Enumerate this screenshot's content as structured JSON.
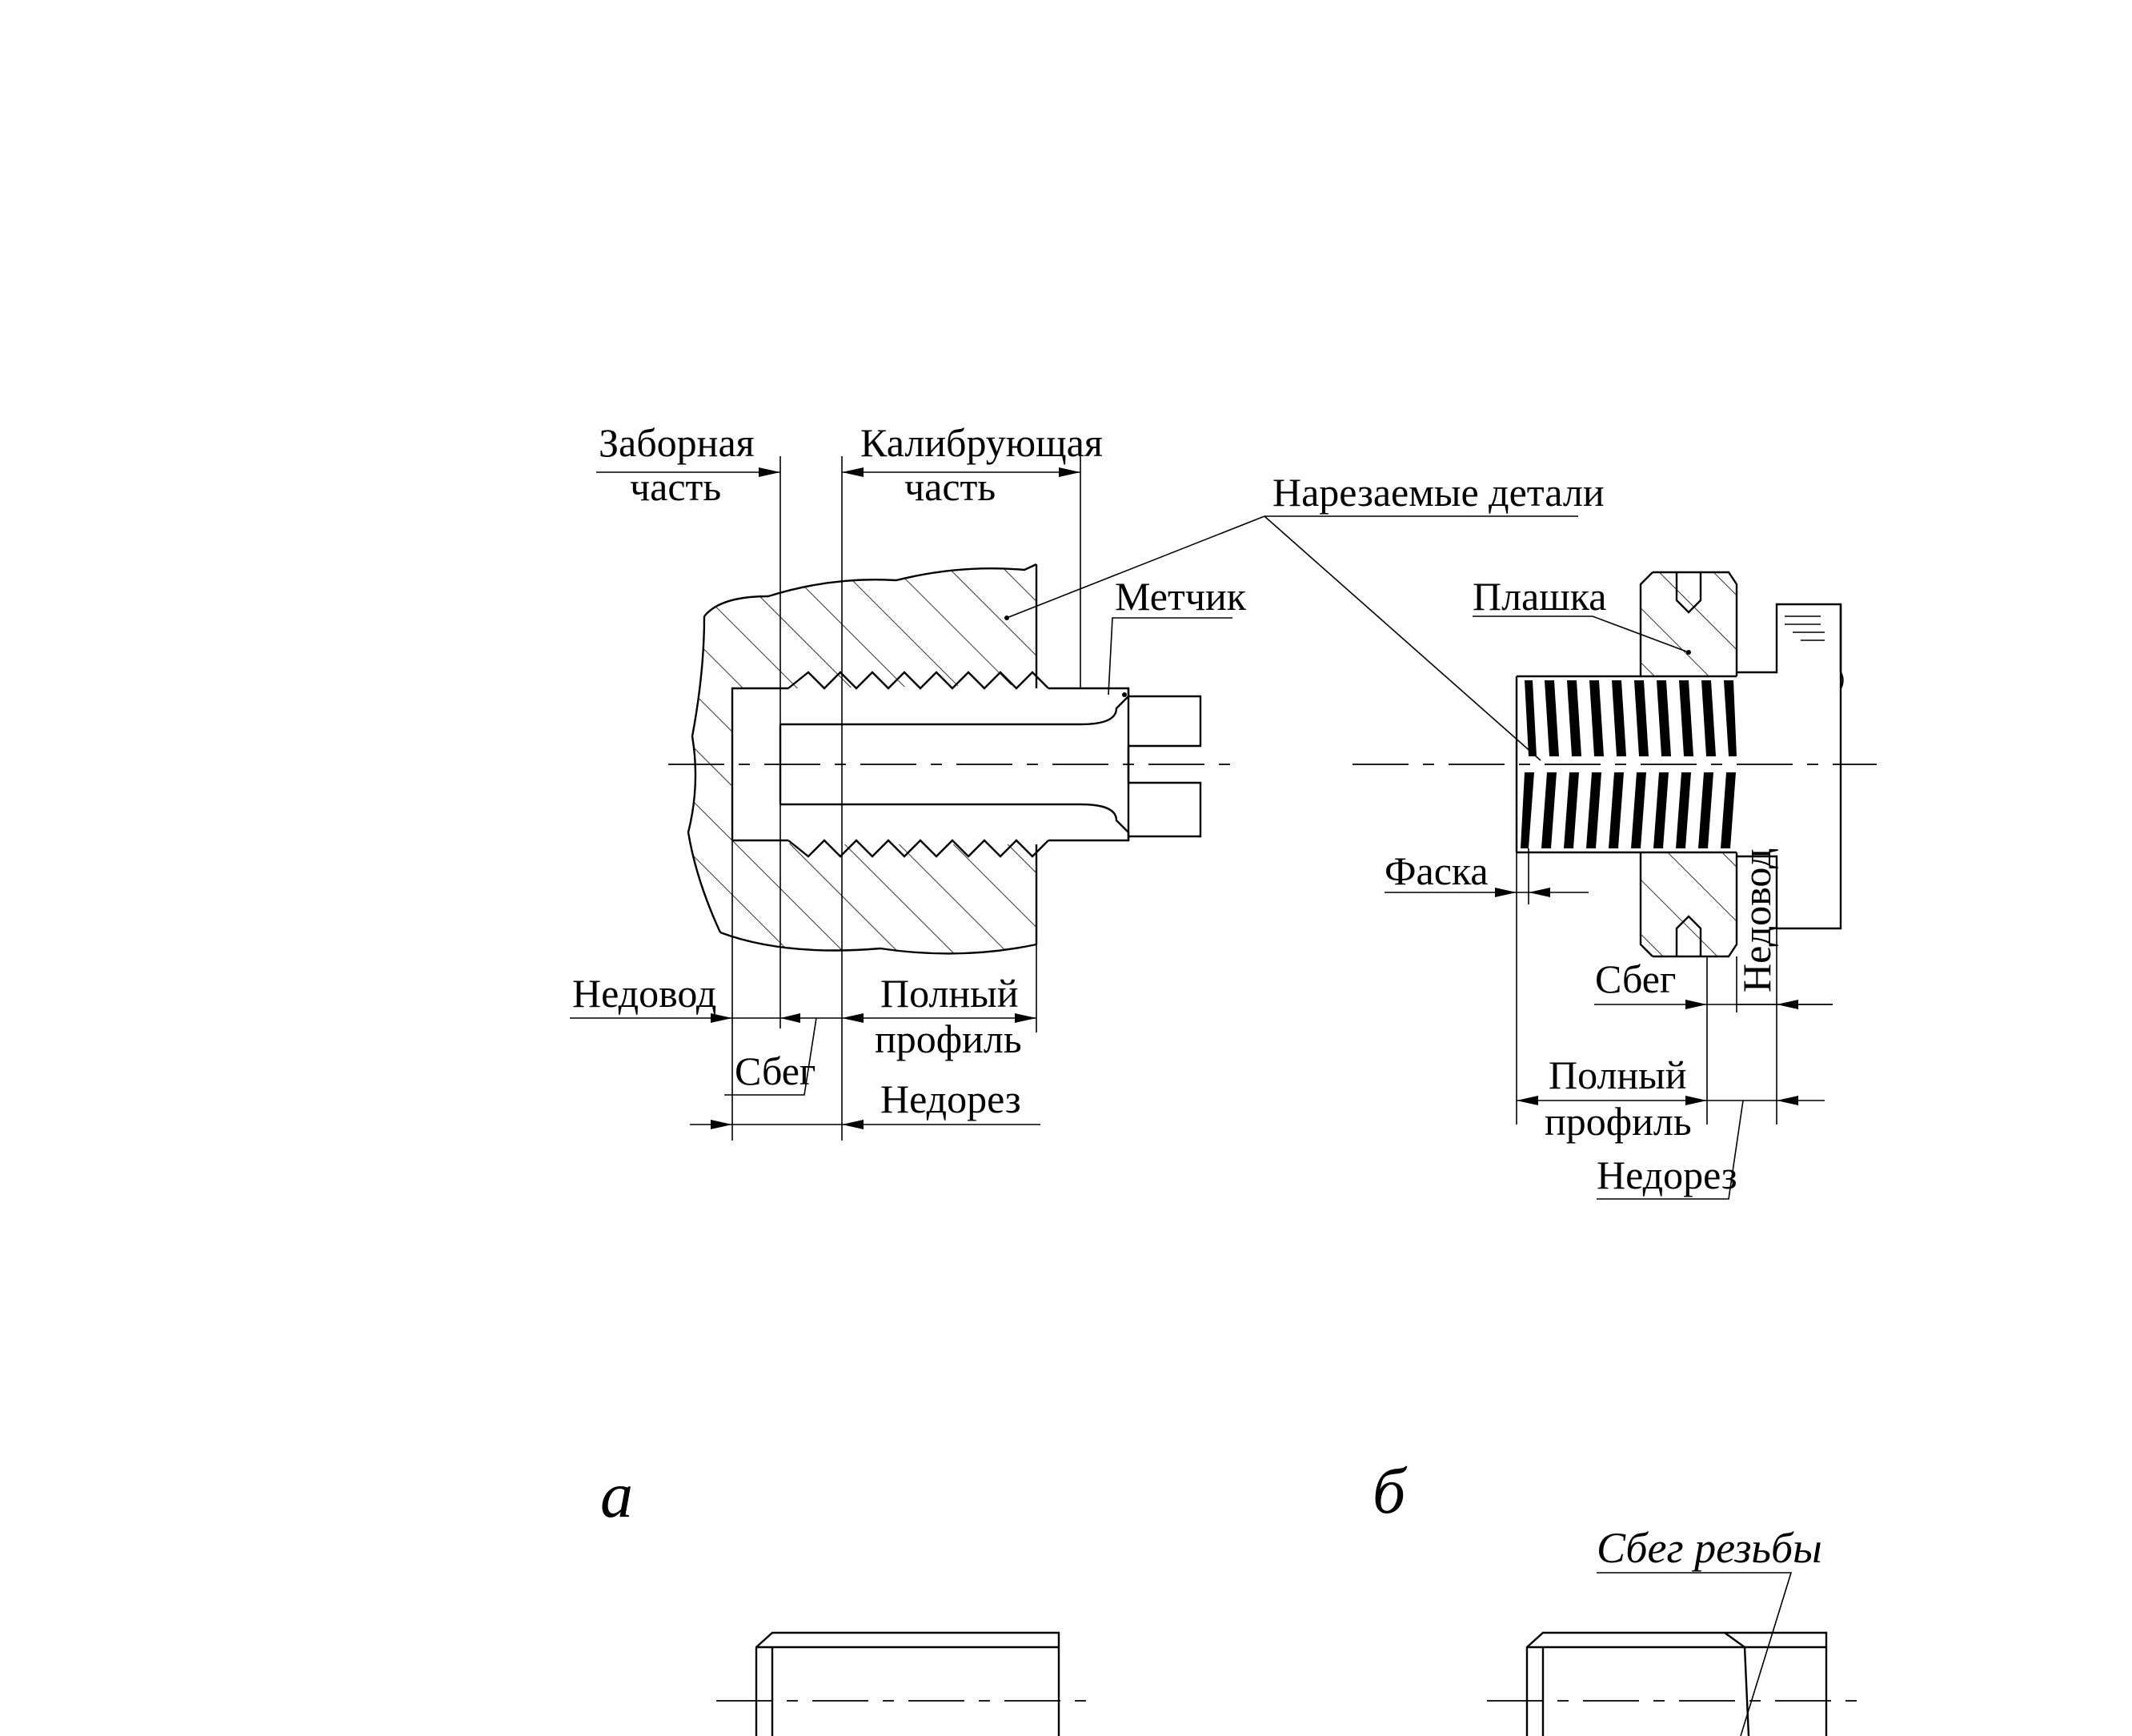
{
  "labels": {
    "zabornaya_1": "Заборная",
    "zabornaya_2": "часть",
    "kalibr_1": "Калибрующая",
    "kalibr_2": "часть",
    "narezaemye": "Нарезаемые детали",
    "metchik": "Метчик",
    "plashka": "Плашка",
    "faska": "Фаска",
    "nedovod_left": "Недовод",
    "sbeg_left": "Сбег",
    "polny_left_1": "Полный",
    "polny_left_2": "профиль",
    "nedorez_left": "Недорез",
    "sbeg_right": "Сбег",
    "nedovod_right": "Недовод",
    "polny_right_1": "Полный",
    "polny_right_2": "профиль",
    "nedorez_right": "Недорез",
    "fig_a": "а",
    "fig_b": "б",
    "sbeg_rezby": "Сбег резьбы"
  }
}
